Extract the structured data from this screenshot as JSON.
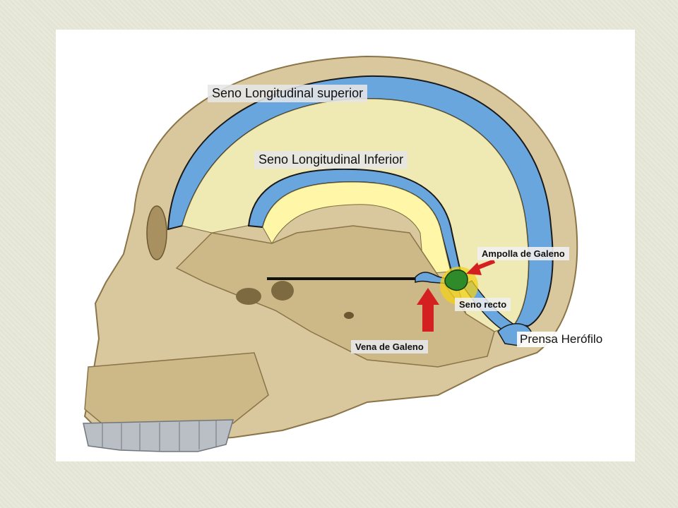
{
  "labels": {
    "seno_sup": "Seno Longitudinal superior",
    "seno_inf": "Seno Longitudinal Inferior",
    "ampolla": "Ampolla de Galeno",
    "seno_recto": "Seno recto",
    "prensa": "Prensa Herófilo",
    "vena": "Vena de Galeno"
  },
  "colors": {
    "bone": "#d9c89e",
    "bone_dark": "#b8a272",
    "sinus_blue": "#6aa6de",
    "brain_fill": "#efe9b4",
    "inner_fill": "#fff6a8",
    "arrow_red": "#d42020",
    "ampolla_green": "#2f8a2a",
    "highlight_yellow": "#f2d21a"
  }
}
